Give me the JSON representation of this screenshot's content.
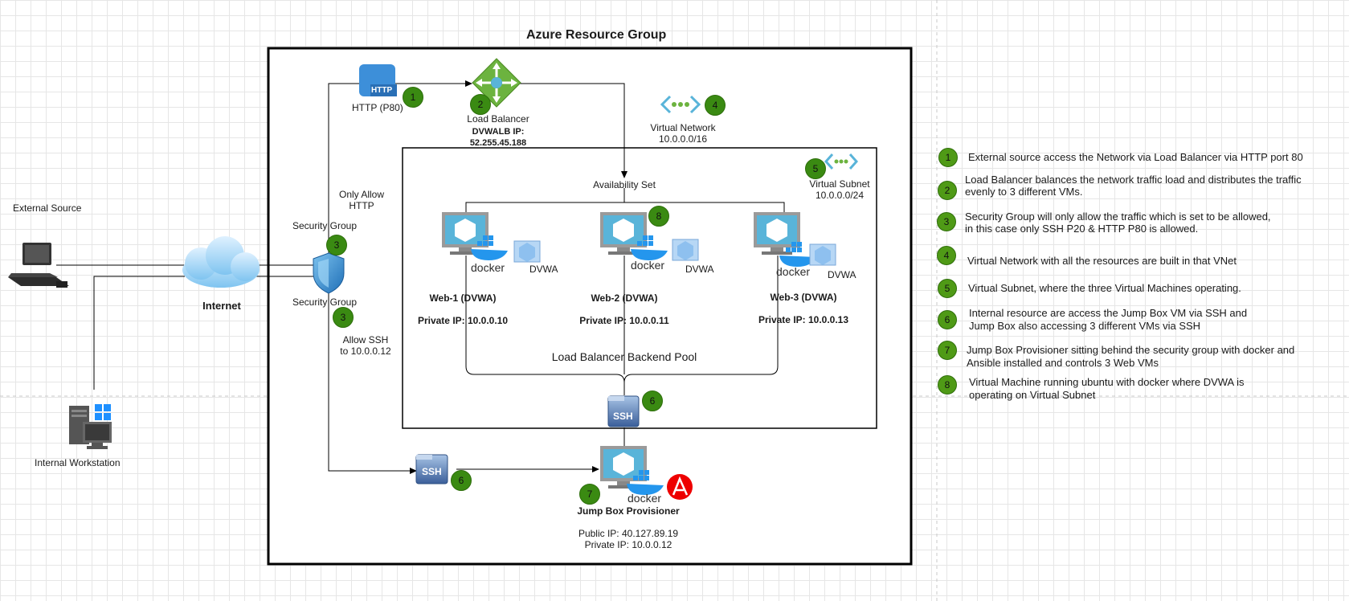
{
  "diagram": {
    "title": "Azure Resource Group",
    "external_source": "External Source",
    "internal_workstation": "Internal Workstation",
    "internet": "Internet",
    "http": {
      "icon_text": "HTTP",
      "label": "HTTP (P80)",
      "badge": "1"
    },
    "load_balancer": {
      "label": "Load Balancer",
      "ip_label": "DVWALB IP:",
      "ip": "52.255.45.188",
      "badge": "2"
    },
    "virtual_network": {
      "label": "Virtual Network",
      "cidr": "10.0.0.0/16",
      "badge": "4"
    },
    "virtual_subnet": {
      "label": "Virtual Subnet",
      "cidr": "10.0.0.0/24",
      "badge": "5"
    },
    "availability_set": "Availability Set",
    "only_allow": [
      "Only Allow",
      "HTTP"
    ],
    "security_group_top": {
      "label": "Security Group",
      "badge": "3"
    },
    "security_group_bottom": {
      "label": "Security Group",
      "badge": "3"
    },
    "allow_ssh": [
      "Allow SSH",
      "to 10.0.0.12"
    ],
    "web_vms": [
      {
        "name": "Web-1 (DVWA)",
        "ip": "Private IP: 10.0.0.10",
        "docker": "docker",
        "dvwa": "DVWA"
      },
      {
        "name": "Web-2 (DVWA)",
        "ip": "Private IP: 10.0.0.11",
        "docker": "docker",
        "dvwa": "DVWA",
        "badge": "8"
      },
      {
        "name": "Web-3 (DVWA)",
        "ip": "Private IP: 10.0.0.13",
        "docker": "docker",
        "dvwa": "DVWA"
      }
    ],
    "backend_pool": "Load Balancer Backend Pool",
    "ssh_inner": {
      "icon_text": "SSH",
      "badge": "6"
    },
    "ssh_outer": {
      "icon_text": "SSH",
      "badge": "6"
    },
    "jump_box": {
      "label": "Jump Box Provisioner",
      "docker": "docker",
      "public_ip": "Public IP: 40.127.89.19",
      "private_ip": "Private IP: 10.0.0.12",
      "badge": "7"
    }
  },
  "legend": [
    {
      "num": "1",
      "lines": [
        "External source access the Network via Load Balancer via HTTP port 80"
      ]
    },
    {
      "num": "2",
      "lines": [
        "Load Balancer balances the network traffic load and distributes the traffic",
        "evenly to 3 different VMs."
      ]
    },
    {
      "num": "3",
      "lines": [
        "Security Group will only allow the traffic which is set to be allowed,",
        "in this case only SSH P20 & HTTP P80 is allowed."
      ]
    },
    {
      "num": "4",
      "lines": [
        "Virtual Network with all the resources are built in that VNet"
      ]
    },
    {
      "num": "5",
      "lines": [
        "Virtual Subnet, where the three Virtual Machines operating."
      ]
    },
    {
      "num": "6",
      "lines": [
        "Internal resource are access the Jump Box VM via SSH and",
        "Jump Box also accessing 3 different VMs via SSH"
      ]
    },
    {
      "num": "7",
      "lines": [
        "Jump Box Provisioner sitting behind the security group with docker and",
        "Ansible installed and controls 3 Web VMs"
      ]
    },
    {
      "num": "8",
      "lines": [
        "Virtual Machine running ubuntu with docker where DVWA is",
        "operating on Virtual Subnet"
      ]
    }
  ],
  "colors": {
    "badge": "#3a8a12",
    "azure_blue": "#59b4d9",
    "docker_blue": "#2496ed",
    "ansible_red": "#e00"
  }
}
